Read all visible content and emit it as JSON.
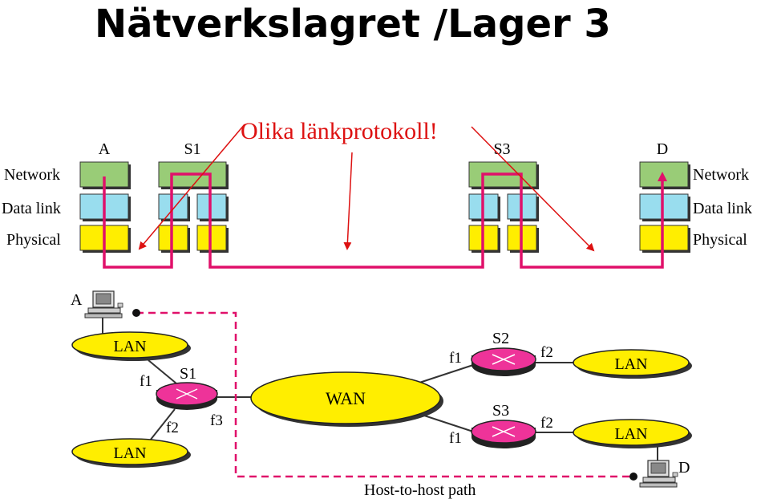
{
  "title": "Nätverkslagret /Lager 3",
  "annotation": "Olika länkprotokoll!",
  "stack": {
    "node_labels": [
      "A",
      "S1",
      "S3",
      "D"
    ],
    "layer_labels_left": [
      "Network",
      "Data link",
      "Physical"
    ],
    "layer_labels_right": [
      "Network",
      "Data link",
      "Physical"
    ]
  },
  "network": {
    "hosts": [
      "A",
      "D"
    ],
    "routers": [
      "S1",
      "S2",
      "S3"
    ],
    "lans": [
      "LAN",
      "LAN",
      "LAN",
      "LAN"
    ],
    "wan": "WAN",
    "ports": [
      "f1",
      "f2",
      "f3",
      "f1",
      "f2",
      "f1",
      "f2"
    ],
    "path_label": "Host-to-host path"
  },
  "colors": {
    "network_layer": "#99cc77",
    "datalink_layer": "#99ddee",
    "physical_layer": "#ffee00",
    "path": "#e0106a",
    "annotation": "#dd1111",
    "lan_fill": "#ffee00",
    "router_fill": "#ee3399"
  }
}
